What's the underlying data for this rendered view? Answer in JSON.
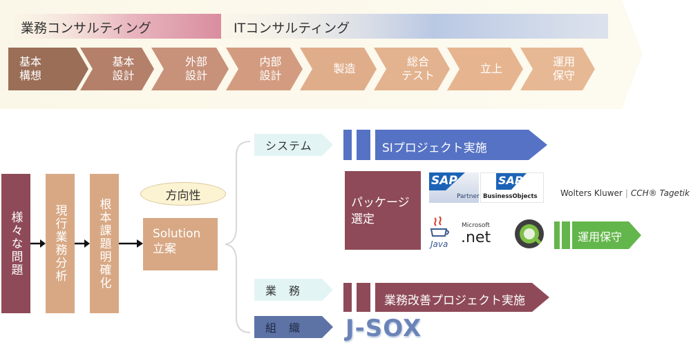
{
  "top": {
    "business_consulting": "業務コンサルティング",
    "it_consulting": "ITコンサルティング",
    "phases": [
      {
        "label": "基本\n構想"
      },
      {
        "label": "基本\n設計"
      },
      {
        "label": "外部\n設計"
      },
      {
        "label": "内部\n設計"
      },
      {
        "label": "製造"
      },
      {
        "label": "総合\nテスト"
      },
      {
        "label": "立上"
      },
      {
        "label": "運用\n保守"
      }
    ]
  },
  "chain": {
    "problems": "様々な問題",
    "current_analysis": "現行業務分析",
    "root_cause": "根本課題明確化",
    "direction": "方向性",
    "solution_line1": "Solution",
    "solution_line2": "立案"
  },
  "branches": {
    "system": "システム",
    "business": "業　務",
    "organization": "組　織"
  },
  "system_row": {
    "si_project": "SIプロジェクト実施",
    "package_line1": "パッケージ",
    "package_line2": "選定",
    "operation": "運用保守"
  },
  "logos": {
    "sap_partner_brand": "SAP",
    "sap_partner_sub": "Partner",
    "sap_bo_brand": "SAP",
    "sap_bo_sub": "BusinessObjects",
    "wolters_kluwer": "Wolters Kluwer",
    "cch_tagetik": "CCH® Tagetik",
    "java": "Java",
    "microsoft": "Microsoft",
    "dotnet": ".net"
  },
  "business_row": {
    "project": "業務改善プロジェクト実施"
  },
  "org_row": {
    "jsox": "J-SOX"
  },
  "colors": {
    "phase_dark": "#9a6e57",
    "phase_mid": "#c8917a",
    "phase_light": "#e7b894",
    "maroon": "#8e4a58",
    "tan": "#d8a884",
    "blue": "#5572c4",
    "green": "#63b64b"
  }
}
